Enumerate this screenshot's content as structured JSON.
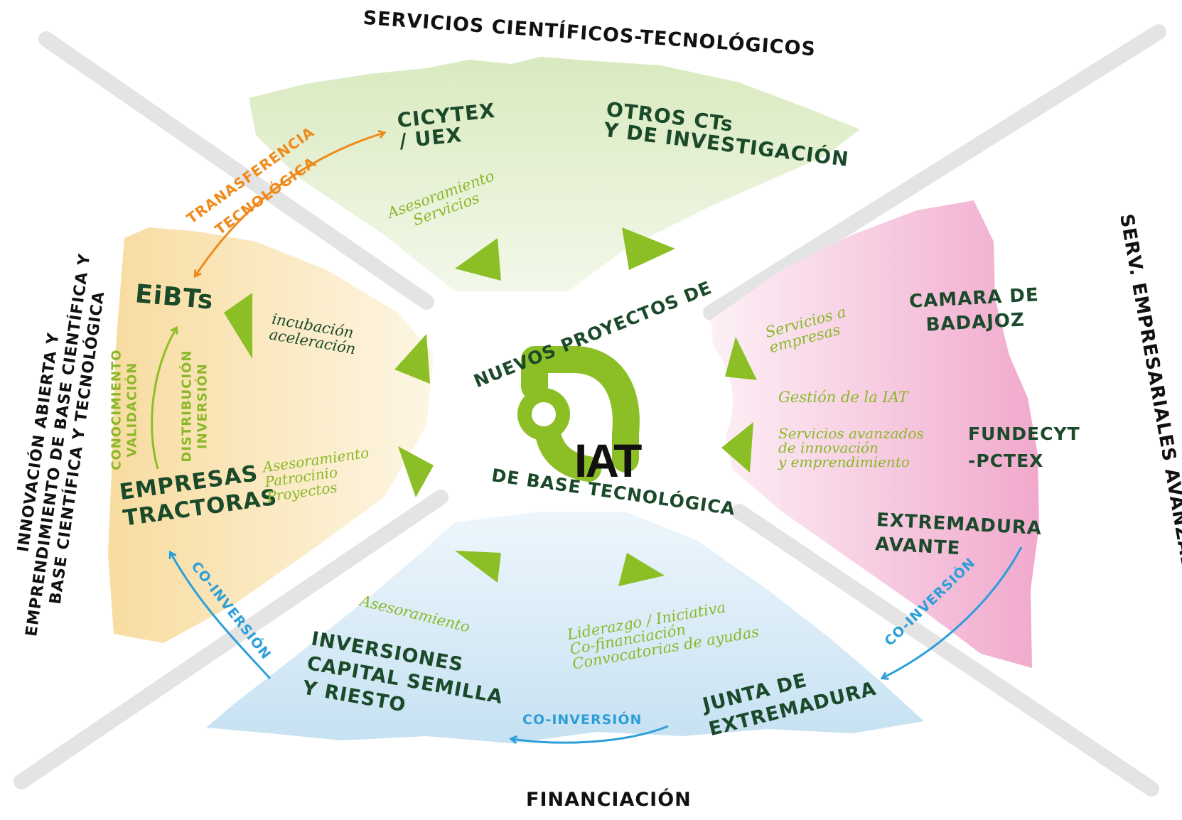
{
  "headings": {
    "top": "SERVICIOS CIENTÍFICOS-TECNOLÓGICOS",
    "right": "SERV. EMPRESARIALES AVANZADOS",
    "bottom": "FINANCIACIÓN",
    "left": "INNOVACIÓN ABIERTA Y\nEMPRENDIMIENTO DE BASE CIENTÍFICA Y\nBASE CIENTÍFICA Y TECNOLÓGICA"
  },
  "center": {
    "arc_top": "NUEVOS PROYECTOS DE",
    "arc_bottom": "DE BASE TECNOLÓGICA",
    "logo_text": "IAT"
  },
  "actors": {
    "cicytex": "CICYTEX\n/ UEX",
    "otros_cts": "OTROS CTs\nY DE INVESTIGACIÓN",
    "eibts": "EiBTs",
    "empresas_tractoras": "EMPRESAS\nTRACTORAS",
    "camara": "CAMARA DE\nBADAJOZ",
    "fundecyt": "FUNDECYT\n-PCTEX",
    "avante": "EXTREMADURA\nAVANTE",
    "junta": "JUNTA DE\nEXTREMADURA",
    "inversiones": "INVERSIONES\nCAPITAL SEMILLA\nY RIESTO"
  },
  "services": {
    "top_asesoramiento": "Asesoramiento\nServicios",
    "incubacion": "incubación\naceleración",
    "empresas_services": "Asesoramiento\nPatrocinio\nProyectos",
    "servicios_empresas": "Servicios a\nempresas",
    "gestion_iat": "Gestión de la IAT",
    "servicios_avanzados": "Servicios avanzados\nde innovación\ny emprendimiento",
    "bottom_asesoramiento": "Asesoramiento",
    "liderazgo": "Liderazgo / Iniciativa\nCo-financiación\nConvocatorias de ayudas"
  },
  "flows": {
    "transferencia": "TRANASFERENCIA\nTECNOLÓGICA",
    "conocimiento": "CONOCIMIENTO\nVALIDACIÓN",
    "distribucion": "DISTRIBUCIÓN\nINVERSIÓN",
    "coinv_left": "CO-INVERSIÓN",
    "coinv_bottom": "CO-INVERSIÓN",
    "coinv_right": "CO-INVERSIÓN"
  },
  "colors": {
    "brand_green": "#8cbf26",
    "dark_green": "#1b4a2a",
    "light_green_text": "#8ab82a",
    "orange": "#ef8a1c",
    "blue": "#2d9fd8",
    "band_grey": "#e4e4e4",
    "bg_top": "#e3efcf",
    "bg_left": "#fbe7b8",
    "bg_right": "#f4b8d8",
    "bg_bottom": "#cfe6f4"
  }
}
